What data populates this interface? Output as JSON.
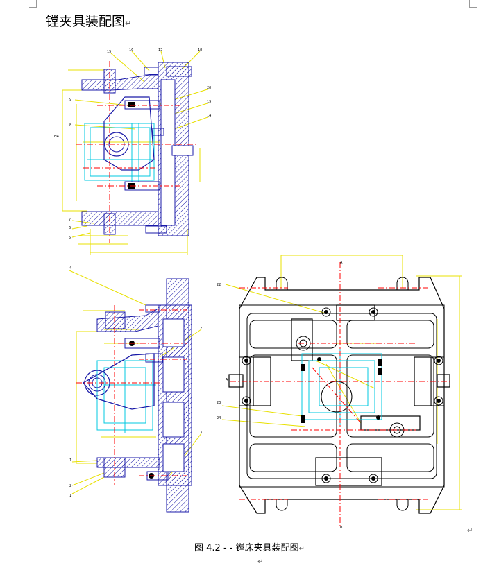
{
  "heading": {
    "text": "镗夹具装配图",
    "mark": "↵"
  },
  "caption": {
    "figure_no": "图 4.2",
    "sep": "- -",
    "text": "镗床夹具装配图",
    "mark": "↵"
  },
  "para_marks": {
    "right": "↵",
    "bottom": "↵"
  },
  "colors": {
    "outline": "#000000",
    "section": "#1a1aa8",
    "centerline": "#ff0000",
    "workpiece": "#00c8e0",
    "dimension": "#e8e000"
  }
}
